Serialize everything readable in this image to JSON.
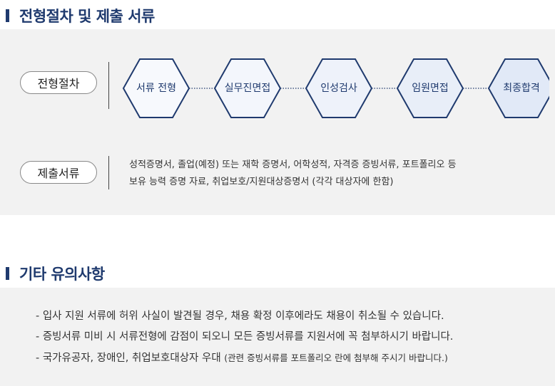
{
  "section1": {
    "title": "전형절차 및 제출 서류"
  },
  "process": {
    "label": "전형절차",
    "steps": [
      {
        "lines": [
          "서류 전형"
        ]
      },
      {
        "lines": [
          "실무진",
          "면접"
        ]
      },
      {
        "lines": [
          "인성검사"
        ]
      },
      {
        "lines": [
          "임원면접"
        ]
      },
      {
        "lines": [
          "최종합격"
        ]
      }
    ]
  },
  "documents": {
    "label": "제출서류",
    "line1": "성적증명서, 졸업(예정) 또는 재학 증명서, 어학성적, 자격증 증빙서류, 포트폴리오 등",
    "line2": "보유 능력 증명 자료, 취업보호/지원대상증명서 (각각 대상자에 한함)"
  },
  "section2": {
    "title": "기타 유의사항"
  },
  "notes": {
    "item1": "- 입사 지원 서류에 허위 사실이 발견될 경우, 채용 확정 이후에라도 채용이 취소될 수 있습니다.",
    "item2": "- 증빙서류 미비 시 서류전형에 감점이 되오니 모든 증빙서류를 지원서에 꼭 첨부하시기 바랍니다.",
    "item3_main": "- 국가유공자, 장애인, 취업보호대상자 우대 ",
    "item3_note": "(관련 증빙서류를 포트폴리오 란에 첨부해 주시기 바랍니다.)"
  },
  "colors": {
    "title": "#1f3a6e",
    "hex_stroke": "#1f3a6e",
    "hex_fills": [
      "#f7f9fd",
      "#f3f6fc",
      "#eef2fa",
      "#e8eef8",
      "#e1e9f7"
    ]
  }
}
